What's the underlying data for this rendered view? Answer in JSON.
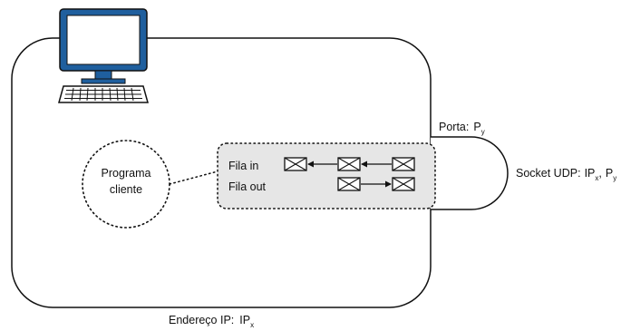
{
  "host": {
    "icon": "desktop-computer-icon",
    "ip_label": "Endereço IP:",
    "ip_symbol": "IP",
    "ip_subscript": "x"
  },
  "program": {
    "line1": "Programa",
    "line2": "cliente"
  },
  "queues": {
    "in_label": "Fila in",
    "out_label": "Fila out",
    "message_icon": "envelope-icon"
  },
  "port": {
    "label": "Porta:",
    "symbol": "P",
    "subscript": "y"
  },
  "socket": {
    "label": "Socket UDP:",
    "ip_symbol": "IP",
    "ip_subscript": "x",
    "separator": ",",
    "port_symbol": "P",
    "port_subscript": "y"
  }
}
